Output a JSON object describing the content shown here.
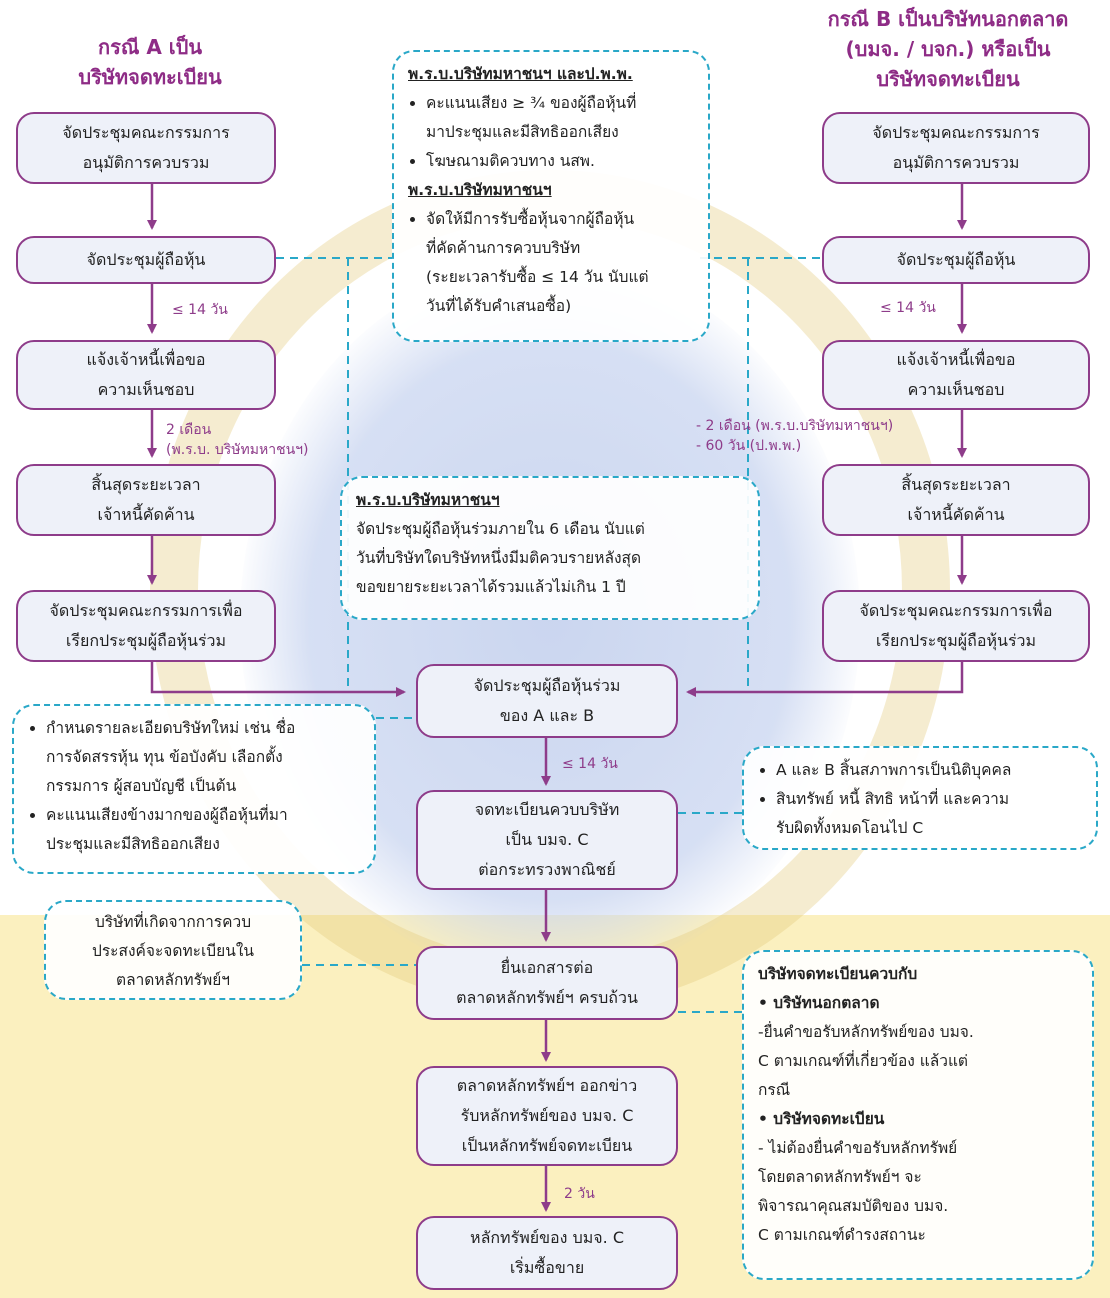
{
  "headings": {
    "case_a": "กรณี A เป็น\nบริษัทจดทะเบียน",
    "case_b": "กรณี B เป็นบริษัทนอกตลาด\n(บมจ. / บจก.) หรือเป็น\nบริษัทจดทะเบียน"
  },
  "left_steps": [
    "จัดประชุมคณะกรรมการ\nอนุมัติการควบรวม",
    "จัดประชุมผู้ถือหุ้น",
    "แจ้งเจ้าหนี้เพื่อขอ\nความเห็นชอบ",
    "สิ้นสุดระยะเวลา\nเจ้าหนี้คัดค้าน",
    "จัดประชุมคณะกรรมการเพื่อ\nเรียกประชุมผู้ถือหุ้นร่วม"
  ],
  "right_steps": [
    "จัดประชุมคณะกรรมการ\nอนุมัติการควบรวม",
    "จัดประชุมผู้ถือหุ้น",
    "แจ้งเจ้าหนี้เพื่อขอ\nความเห็นชอบ",
    "สิ้นสุดระยะเวลา\nเจ้าหนี้คัดค้าน",
    "จัดประชุมคณะกรรมการเพื่อ\nเรียกประชุมผู้ถือหุ้นร่วม"
  ],
  "center_steps": [
    "จัดประชุมผู้ถือหุ้นร่วม\nของ A และ B",
    "จดทะเบียนควบบริษัท\nเป็น บมจ. C\nต่อกระทรวงพาณิชย์",
    "ยื่นเอกสารต่อ\nตลาดหลักทรัพย์ฯ ครบถ้วน",
    "ตลาดหลักทรัพย์ฯ ออกข่าว\nรับหลักทรัพย์ของ บมจ. C\nเป็นหลักทรัพย์จดทะเบียน",
    "หลักทรัพย์ของ บมจ. C\nเริ่มซื้อขาย"
  ],
  "labels": {
    "left_14": "≤ 14 วัน",
    "right_14": "≤ 14 วัน",
    "left_2m": "2 เดือน\n(พ.ร.บ. บริษัทมหาชนฯ)",
    "right_2m": "- 2 เดือน (พ.ร.บ.บริษัทมหาชนฯ)\n- 60 วัน (ป.พ.พ.)",
    "center_14": "≤ 14 วัน",
    "center_2d": "2 วัน"
  },
  "notes": {
    "top": {
      "heading1": "พ.ร.บ.บริษัทมหาชนฯ และป.พ.พ.",
      "items1": [
        "คะแนนเสียง ≥ ¾ ของผู้ถือหุ้นที่\nมาประชุมและมีสิทธิออกเสียง",
        "โฆษณามติควบทาง นสพ."
      ],
      "heading2": "พ.ร.บ.บริษัทมหาชนฯ",
      "items2": [
        "จัดให้มีการรับซื้อหุ้นจากผู้ถือหุ้น\nที่คัดค้านการควบบริษัท\n(ระยะเวลารับซื้อ ≤ 14 วัน นับแต่\nวันที่ได้รับคำเสนอซื้อ)"
      ]
    },
    "middle": {
      "heading": "พ.ร.บ.บริษัทมหาชนฯ",
      "text": "จัดประชุมผู้ถือหุ้นร่วมภายใน 6 เดือน นับแต่\nวันที่บริษัทใดบริษัทหนึ่งมีมติควบรายหลังสุด\nขอขยายระยะเวลาได้รวมแล้วไม่เกิน 1 ปี"
    },
    "left": {
      "items": [
        "กำหนดรายละเอียดบริษัทใหม่ เช่น ชื่อ\nการจัดสรรหุ้น ทุน ข้อบังคับ เลือกตั้ง\nกรรมการ ผู้สอบบัญชี เป็นต้น",
        "คะแนนเสียงข้างมากของผู้ถือหุ้นที่มา\nประชุมและมีสิทธิออกเสียง"
      ]
    },
    "right": {
      "items": [
        "A และ B สิ้นสภาพการเป็นนิติบุคคล",
        "สินทรัพย์ หนี้ สิทธิ หน้าที่ และความ\nรับผิดทั้งหมดโอนไป C"
      ]
    },
    "bottom_left": {
      "text": "บริษัทที่เกิดจากการควบ\nประสงค์จะจดทะเบียนใน\nตลาดหลักทรัพย์ฯ"
    },
    "bottom_right": {
      "heading": "บริษัทจดทะเบียนควบกับ",
      "sub1": "• บริษัทนอกตลาด",
      "text1": "-ยื่นคำขอรับหลักทรัพย์ของ บมจ.\n C ตามเกณฑ์ที่เกี่ยวข้อง แล้วแต่\n กรณี",
      "sub2": "• บริษัทจดทะเบียน",
      "text2": "- ไม่ต้องยื่นคำขอรับหลักทรัพย์\n โดยตลาดหลักทรัพย์ฯ จะ\n พิจารณาคุณสมบัติของ บมจ.\n C ตามเกณฑ์ดำรงสถานะ"
    }
  },
  "colors": {
    "box_border": "#8e3c8a",
    "dashed": "#2aa8c8",
    "heading": "#8e2c86",
    "band": "#fbf0bf"
  }
}
